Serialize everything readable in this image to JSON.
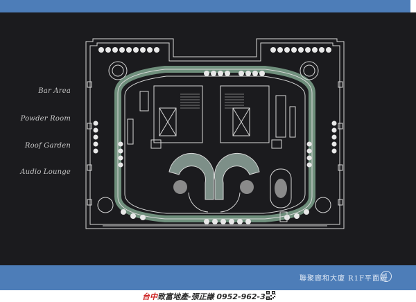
{
  "legend": {
    "items": [
      "Bar Area",
      "Powder Room",
      "Roof Garden",
      "Audio Lounge"
    ]
  },
  "caption": {
    "text": "聯聚廊和大廈 R1F平面圖",
    "badge": "1"
  },
  "watermark": {
    "prefix": "台中",
    "text": "致富地產-張正謙 0952-962-396"
  },
  "colors": {
    "band_blue": "#4d7db8",
    "panel_dark": "#1b1b1e",
    "plan_line": "#d8d8d8",
    "planter_green": "#6f8f7c",
    "watermark_red": "#cc2020"
  }
}
